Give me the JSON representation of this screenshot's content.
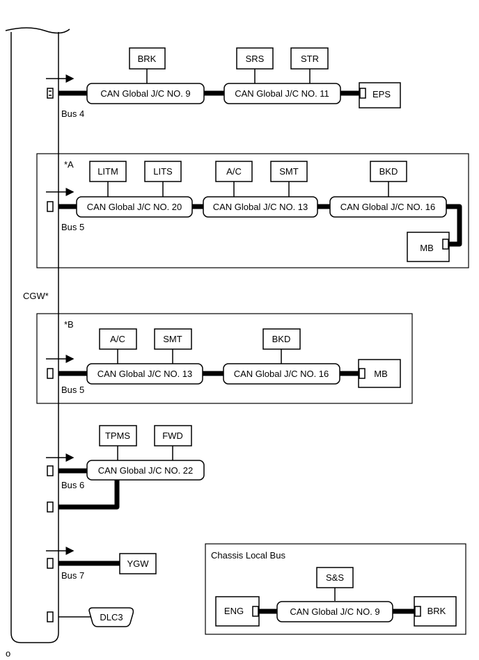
{
  "cgw_label": "CGW*",
  "bus_labels": {
    "bus4": "Bus 4",
    "bus5a": "Bus 5",
    "bus5b": "Bus 5",
    "bus6": "Bus 6",
    "bus7": "Bus 7"
  },
  "frame_labels": {
    "a": "*A",
    "b": "*B",
    "chassis": "Chassis Local Bus"
  },
  "bus4": {
    "jc9": "CAN Global J/C NO. 9",
    "jc11": "CAN Global J/C NO. 11",
    "brk": "BRK",
    "srs": "SRS",
    "str": "STR",
    "eps": "EPS"
  },
  "busA": {
    "jc20": "CAN Global J/C NO. 20",
    "jc13": "CAN Global J/C NO. 13",
    "jc16": "CAN Global J/C NO. 16",
    "litm": "LITM",
    "lits": "LITS",
    "ac": "A/C",
    "smt": "SMT",
    "bkd": "BKD",
    "mb": "MB"
  },
  "busB": {
    "jc13": "CAN Global J/C NO. 13",
    "jc16": "CAN Global J/C NO. 16",
    "ac": "A/C",
    "smt": "SMT",
    "bkd": "BKD",
    "mb": "MB"
  },
  "bus6": {
    "jc22": "CAN Global J/C NO. 22",
    "tpms": "TPMS",
    "fwd": "FWD"
  },
  "bus7": {
    "ygw": "YGW"
  },
  "dlc": {
    "dlc3": "DLC3"
  },
  "chassis": {
    "jc9": "CAN Global J/C NO. 9",
    "ss": "S&S",
    "eng": "ENG",
    "brk": "BRK"
  },
  "footer_mark": "o"
}
